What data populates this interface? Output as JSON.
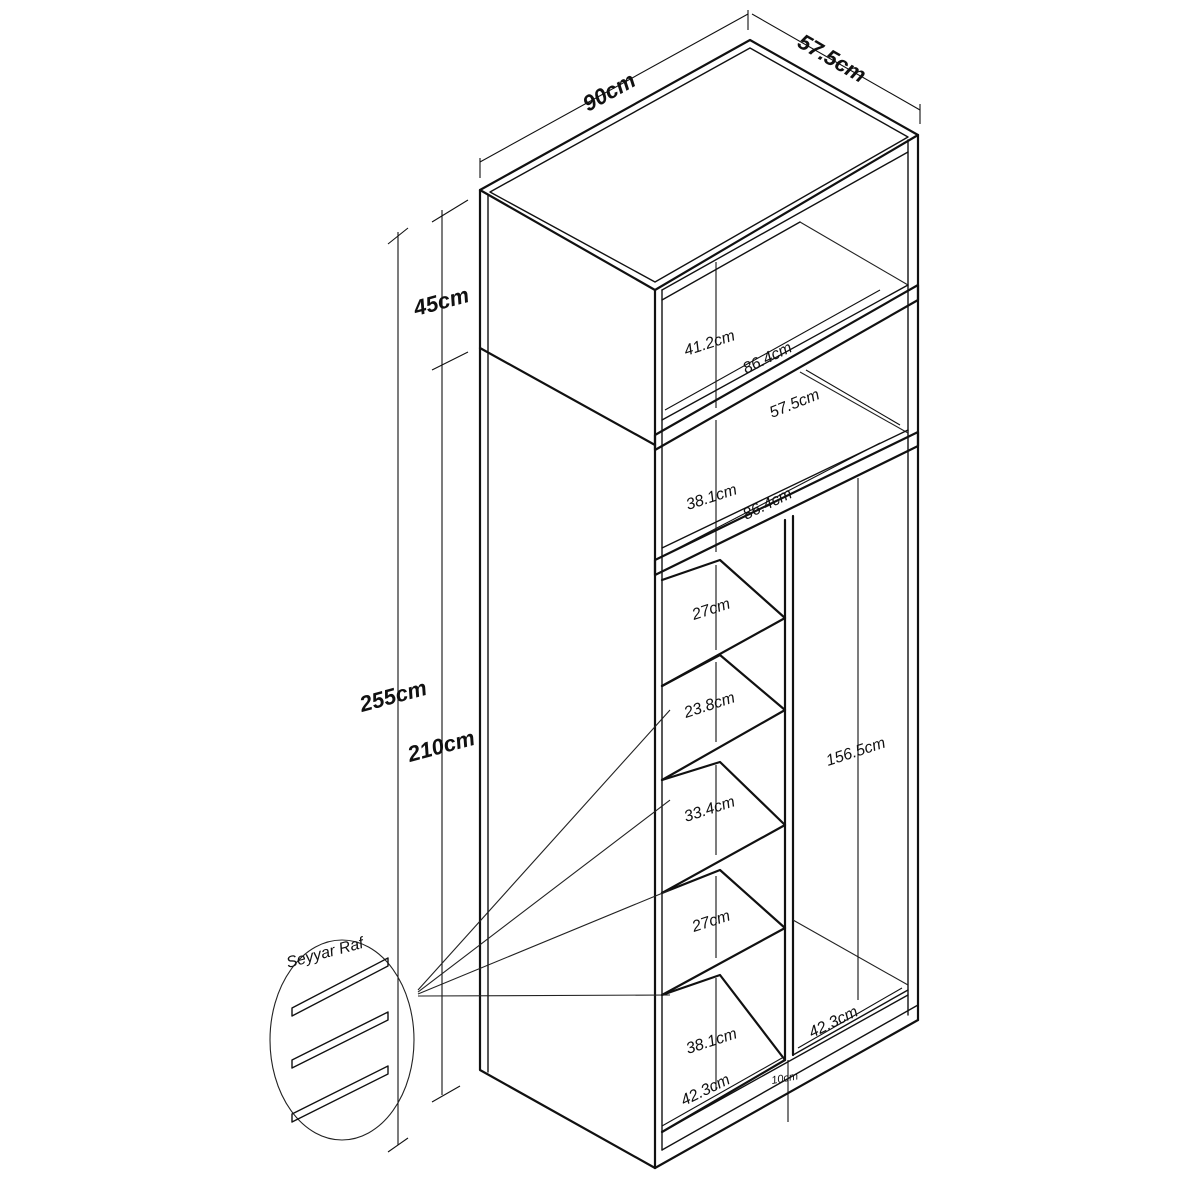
{
  "labels": {
    "width": "90cm",
    "depth": "57.5cm",
    "total_height": "255cm",
    "top_height": "45cm",
    "body_height": "210cm",
    "top_inner_height": "41.2cm",
    "top_inner_width": "86.4cm",
    "upper_depth": "57.5cm",
    "upper_height": "38.1cm",
    "upper_width": "86.4cm",
    "shelf1": "27cm",
    "shelf2": "23.8cm",
    "shelf3": "33.4cm",
    "shelf4": "27cm",
    "shelf5": "38.1cm",
    "hanging_height": "156.5cm",
    "right_width": "42.3cm",
    "left_width": "42.3cm",
    "plinth": "10cm",
    "movable_shelf": "Seyyar Raf"
  }
}
